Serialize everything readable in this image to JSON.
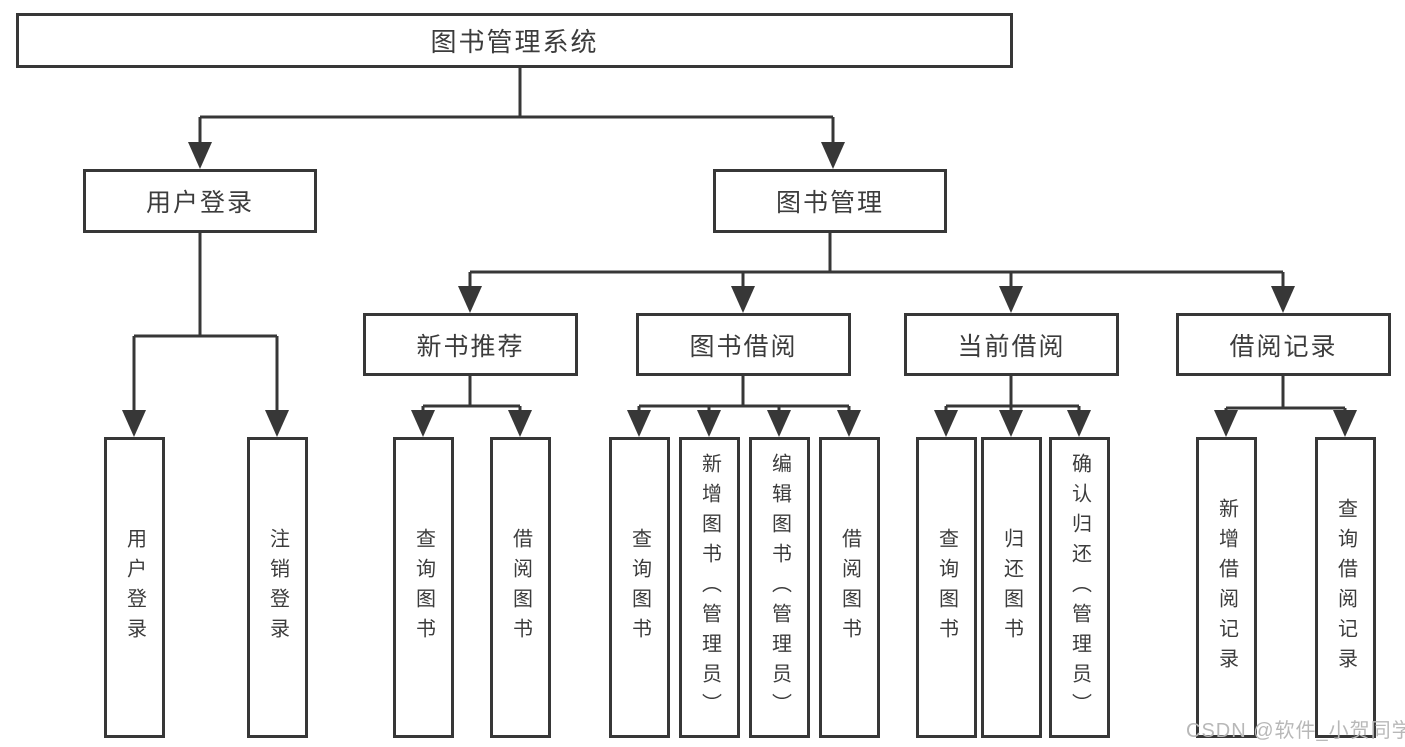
{
  "diagram": {
    "root": {
      "label": "图书管理系统"
    },
    "level2": [
      {
        "label": "用户登录"
      },
      {
        "label": "图书管理"
      }
    ],
    "level3": [
      {
        "label": "新书推荐",
        "parent": "图书管理"
      },
      {
        "label": "图书借阅",
        "parent": "图书管理"
      },
      {
        "label": "当前借阅",
        "parent": "图书管理"
      },
      {
        "label": "借阅记录",
        "parent": "图书管理"
      }
    ],
    "leaves": [
      {
        "label": "用户登录",
        "parent": "用户登录"
      },
      {
        "label": "注销登录",
        "parent": "用户登录"
      },
      {
        "label": "查询图书",
        "parent": "新书推荐"
      },
      {
        "label": "借阅图书",
        "parent": "新书推荐"
      },
      {
        "label": "查询图书",
        "parent": "图书借阅"
      },
      {
        "label": "新增图书（管理员）",
        "parent": "图书借阅"
      },
      {
        "label": "编辑图书（管理员）",
        "parent": "图书借阅"
      },
      {
        "label": "借阅图书",
        "parent": "图书借阅"
      },
      {
        "label": "查询图书",
        "parent": "当前借阅"
      },
      {
        "label": "归还图书",
        "parent": "当前借阅"
      },
      {
        "label": "确认归还（管理员）",
        "parent": "当前借阅"
      },
      {
        "label": "新增借阅记录",
        "parent": "借阅记录"
      },
      {
        "label": "查询借阅记录",
        "parent": "借阅记录"
      }
    ]
  },
  "watermark": {
    "text": "CSDN @软件_小贺同学"
  },
  "colors": {
    "line": "#373737",
    "text": "#3c3c3c",
    "watermark": "#b8b8b8",
    "background": "#ffffff"
  }
}
